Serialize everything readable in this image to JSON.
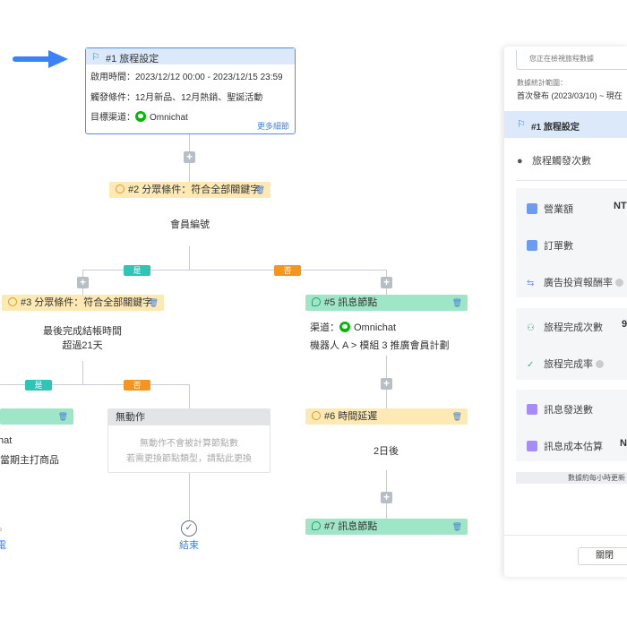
{
  "arrow": {
    "color": "#3b82f6"
  },
  "node1": {
    "title": "#1 旅程設定",
    "time_label": "啟用時間：",
    "time_value": "2023/12/12 00:00 - 2023/12/15 23:59",
    "trigger_label": "觸發條件：",
    "trigger_value": "12月新品、12月熱銷、聖誕活動",
    "channel_label": "目標渠道：",
    "channel_value": "Omnichat",
    "more_link": "更多細節"
  },
  "node2": {
    "title": "#2 分眾條件：符合全部關鍵字",
    "body": "會員編號"
  },
  "branch_labels": {
    "yes": "是",
    "no": "否"
  },
  "node3": {
    "title": "#3 分眾條件：符合全部關鍵字",
    "body_line1": "最後完成結帳時間",
    "body_line2": "超過21天"
  },
  "node5": {
    "title": "#5 訊息節點",
    "channel_label": "渠道：",
    "channel_value": "Omnichat",
    "body": "機器人 A > 模組 3 推廣會員計劃"
  },
  "node6": {
    "title": "#6 時間延遲",
    "body": "2日後"
  },
  "node7": {
    "title": "#7 訊息節點"
  },
  "left_partial": {
    "line1": "hat",
    "line2": "當期主打商品",
    "line3": "。",
    "line4": "電"
  },
  "no_action": {
    "title": "無動作",
    "body_line1": "無動作不會被計算節點數",
    "body_line2": "若需更換節點類型，請點此更換"
  },
  "end_node": {
    "label": "結束"
  },
  "panel": {
    "viewing_banner": "您正在檢視旅程數據",
    "range_label": "數據統計範圍：",
    "range_value": "首次發布 (2023/03/10) ~ 現在",
    "journey_title": "#1 旅程設定",
    "trigger_count": "旅程觸發次數",
    "revenue": "營業額",
    "revenue_value": "NT",
    "orders": "訂單數",
    "roas": "廣告投資報酬率",
    "completion_count": "旅程完成次數",
    "completion_value": "9",
    "completion_rate": "旅程完成率",
    "msg_sent": "訊息發送數",
    "msg_cost": "訊息成本估算",
    "msg_cost_value": "N",
    "update_note": "數據約每小時更新",
    "close_button": "關閉"
  },
  "colors": {
    "primary": "#3b82f6",
    "condition": "#fde9b3",
    "message": "#9ee6c7",
    "yes": "#2ec4b6",
    "no": "#f5951f",
    "selected": "#dbe9fb"
  }
}
